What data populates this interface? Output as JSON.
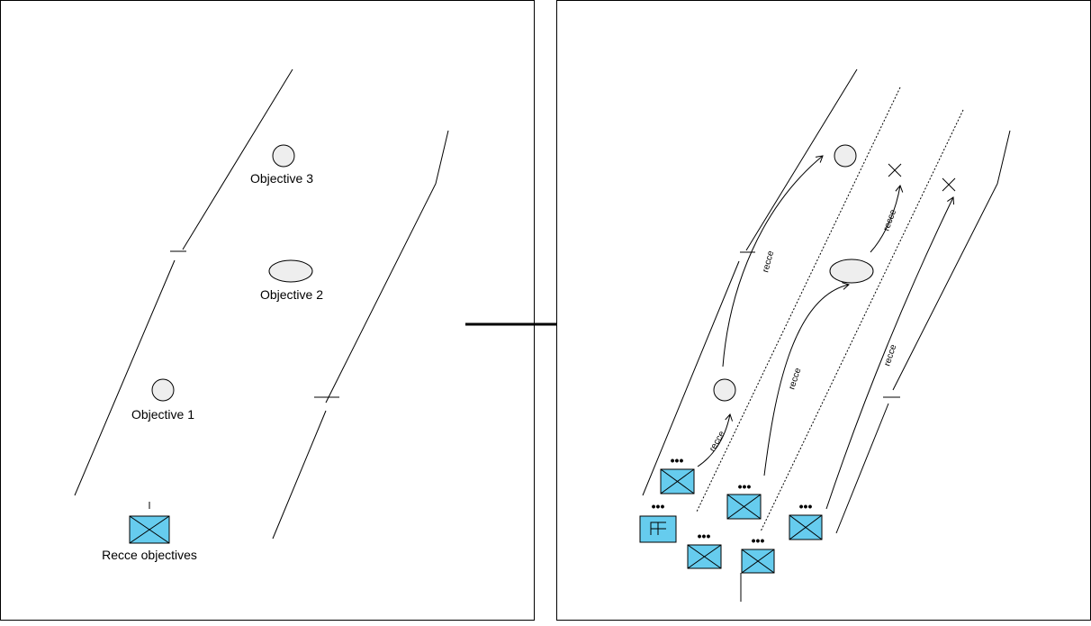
{
  "left_panel": {
    "objectives": [
      {
        "label": "Objective 3"
      },
      {
        "label": "Objective 2"
      },
      {
        "label": "Objective 1"
      }
    ],
    "unit_label": "Recce objectives"
  },
  "right_panel": {
    "recce_labels": [
      "recce",
      "recce",
      "recce",
      "recce",
      "recce"
    ]
  },
  "colors": {
    "unit_fill": "#66ccee",
    "objective_fill": "#eeeeee"
  }
}
